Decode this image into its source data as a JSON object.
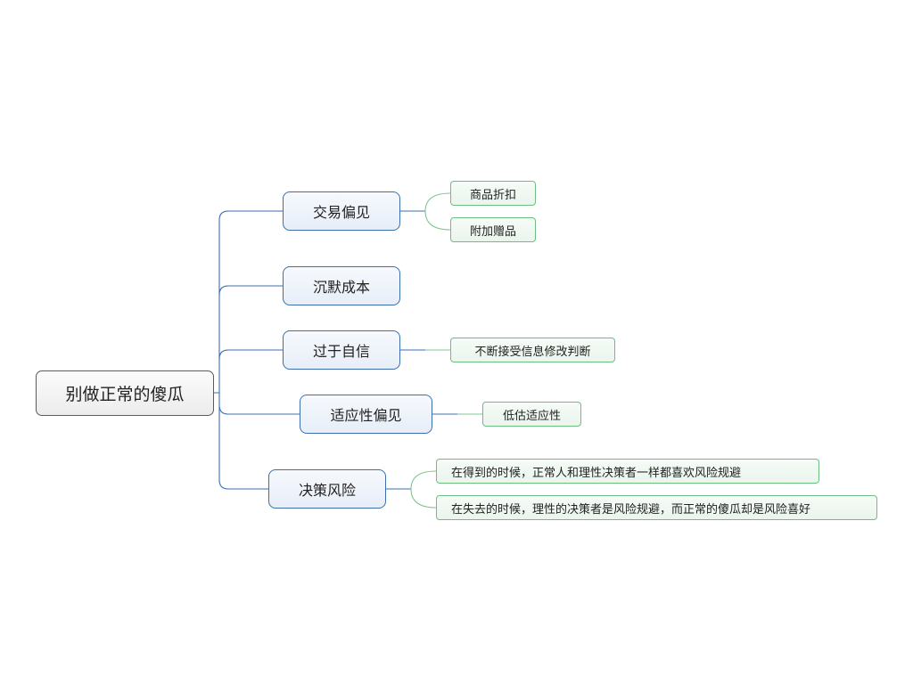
{
  "map": {
    "root": {
      "label": "别做正常的傻瓜"
    },
    "branches": [
      {
        "label": "交易偏见",
        "children": [
          {
            "label": "商品折扣"
          },
          {
            "label": "附加赠品"
          }
        ]
      },
      {
        "label": "沉默成本",
        "children": []
      },
      {
        "label": "过于自信",
        "children": [
          {
            "label": "不断接受信息修改判断"
          }
        ]
      },
      {
        "label": "适应性偏见",
        "children": [
          {
            "label": "低估适应性"
          }
        ]
      },
      {
        "label": "决策风险",
        "children": [
          {
            "label": "在得到的时候，正常人和理性决策者一样都喜欢风险规避"
          },
          {
            "label": "在失去的时候，理性的决策者是风险规避，而正常的傻瓜却是风险喜好"
          }
        ]
      }
    ]
  },
  "colors": {
    "main_connector": "#3b6fb0",
    "leaf_connector": "#7cc790",
    "branch_border": "#3b6fb0",
    "leaf_border": "#6cbf80",
    "root_border": "#5a5a5a"
  }
}
